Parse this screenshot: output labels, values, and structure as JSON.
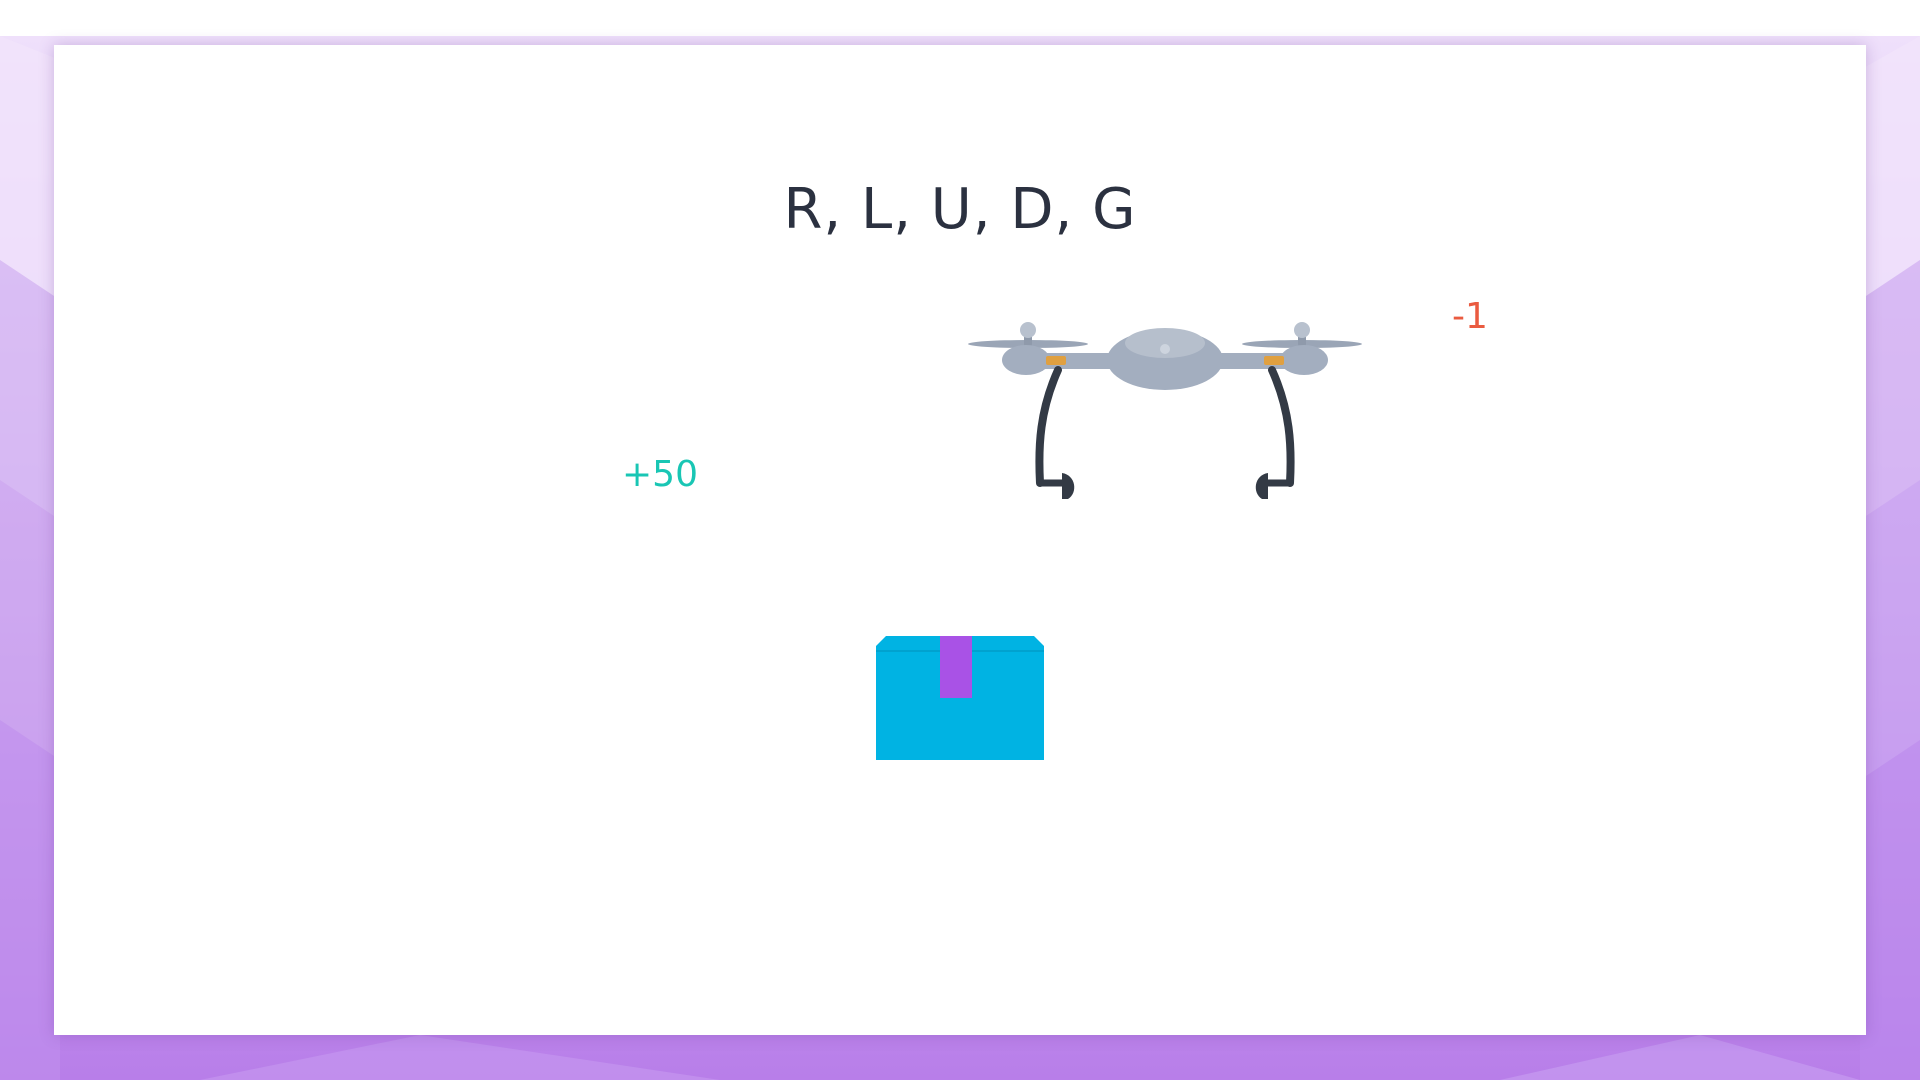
{
  "slide": {
    "title": "R, L, U, D, G",
    "reward_negative": "-1",
    "reward_positive": "+50"
  },
  "icons": {
    "drone": "drone-icon",
    "package": "package-box-icon"
  },
  "colors": {
    "background_purple": "#b98ae8",
    "background_light": "#e6d1f7",
    "title_text": "#2b3140",
    "negative_reward": "#ea5b40",
    "positive_reward": "#19c6b4",
    "drone_body": "#a3aebf",
    "drone_legs": "#333a45",
    "drone_accent": "#e0a040",
    "box_blue": "#00b3e3",
    "box_tape": "#a952e6"
  }
}
